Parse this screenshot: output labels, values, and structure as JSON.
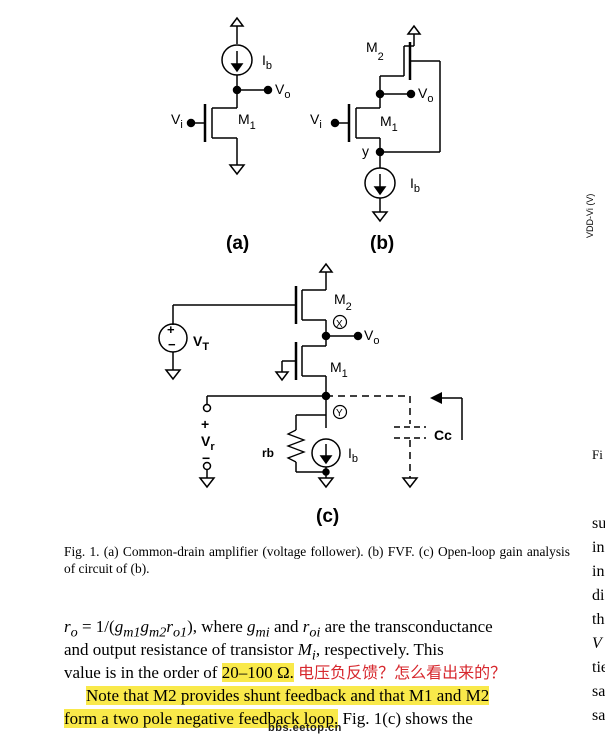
{
  "figure": {
    "labels": {
      "a": "(a)",
      "b": "(b)",
      "c": "(c)",
      "ib": "I",
      "ib_sub": "b",
      "vo": "V",
      "vo_sub": "o",
      "vi": "V",
      "vi_sub": "i",
      "m1": "M",
      "m1_sub": "1",
      "m2": "M",
      "m2_sub": "2",
      "y": "y",
      "vt": "V",
      "vt_sub": "T",
      "vr": "V",
      "vr_sub": "r",
      "rb": "rb",
      "cc": "Cc",
      "node_x": "X",
      "node_y": "Y",
      "plus": "+",
      "minus": "−"
    }
  },
  "caption": "Fig. 1.    (a) Common-drain amplifier (voltage follower). (b) FVF. (c) Open-loop gain analysis of circuit of (b).",
  "paragraph": {
    "line1": "r_o = 1/(g_m1 g_m2 r_o1), where g_mi and r_oi are the transconductance and output resistance of transistor M_i, respectively. This",
    "line3_prefix": "value is in the order of ",
    "line3_highlight": "20–100 Ω.",
    "line3_annotation": "电压负反馈？怎么看出来的？",
    "line4_highlight": "Note that M2 provides shunt feedback and that M1 and M2",
    "line5_highlight": "form a two pole negative feedback loop.",
    "line5_suffix": " Fig. 1(c) shows the"
  },
  "right_column": {
    "axis_label": "VDD-Vi (V)",
    "fragment_fi": "Fi",
    "fragments": [
      "su",
      "in",
      "in",
      "di",
      "th",
      "V",
      "tie",
      "sa",
      "sa"
    ]
  },
  "watermark": "bbs.eetop.cn"
}
